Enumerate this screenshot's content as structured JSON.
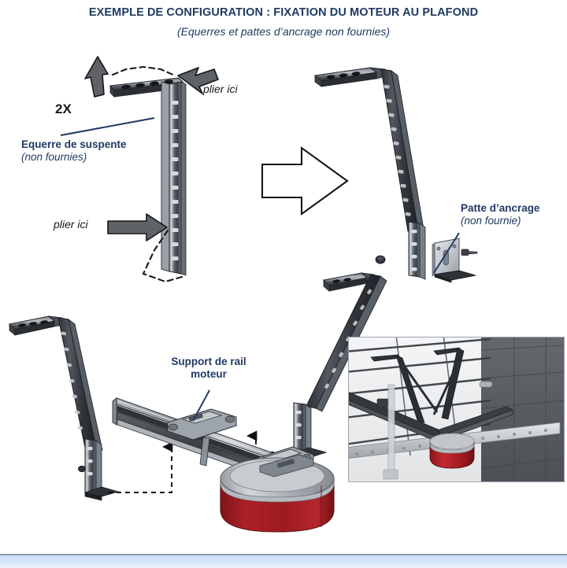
{
  "document": {
    "title": "EXEMPLE DE CONFIGURATION : FIXATION DU MOTEUR AU PLAFOND",
    "subtitle": "(Equerres et pattes d’ancrage non fournies)",
    "page_background": "#ffffff",
    "title_color": "#1f3a63",
    "footer_bar_color": "#d4e2f9"
  },
  "labels": {
    "quantity_multiplier": "2X",
    "hanger_bracket": {
      "name": "Equerre de suspente",
      "note": "(non fournies)"
    },
    "anchor_plate": {
      "name": "Patte d’ancrage",
      "note": "(non fournie)"
    },
    "rail_support": {
      "line1": "Support de rail",
      "line2": "moteur"
    },
    "bend_here_top": "plier ici",
    "bend_here_bottom": "plier ici"
  },
  "icons": {
    "bend_arrow_up": "arrow-up-icon",
    "bend_arrow_down_left": "arrow-down-left-icon",
    "bend_arrow_right": "arrow-right-icon",
    "transform_arrow": "big-right-arrow-icon",
    "assembly_arrow_1": "dashed-assembly-arrow-icon",
    "assembly_arrow_2": "dashed-assembly-arrow-icon"
  },
  "colors": {
    "steel_dark": "#3b3f46",
    "steel_mid": "#5a6069",
    "steel_light": "#a8aeb6",
    "steel_highlight": "#d6dade",
    "motor_red": "#a51c22",
    "motor_red_dark": "#7d1317",
    "motor_gray": "#b9bdc2",
    "leader_navy": "#1f3a63",
    "arrow_gray": "#6e7277",
    "outline_black": "#1a1a1a",
    "wall_gray": "#5b6064",
    "ceiling_white": "#eef0f2"
  },
  "figures": [
    {
      "id": "fig-flat-bracket",
      "name": "hanger-bracket-flat",
      "caption": "Equerre de suspente avant pliage",
      "notes": "Profilé perforé droit, plié en haut, zones de pliage indiquées en pointillés"
    },
    {
      "id": "fig-bent-bracket",
      "name": "hanger-bracket-bent",
      "caption": "Equerre de suspente après pliage avec patte d’ancrage",
      "notes": "Equerre pliée en Z, patte d’ancrage et vis séparées"
    },
    {
      "id": "fig-rail-assembly",
      "name": "rail-motor-assembly",
      "caption": "Montage du rail moteur sur les équerres",
      "notes": "Rail moteur avec support, deux équerres pliées, moteur rouge"
    },
    {
      "id": "fig-photo",
      "name": "installation-photo",
      "caption": "Vue de l’installation finie au plafond",
      "notes": "Photo de rendu 3D : plafond, mur en parpaings, rails perforés, moteur rouge"
    }
  ]
}
